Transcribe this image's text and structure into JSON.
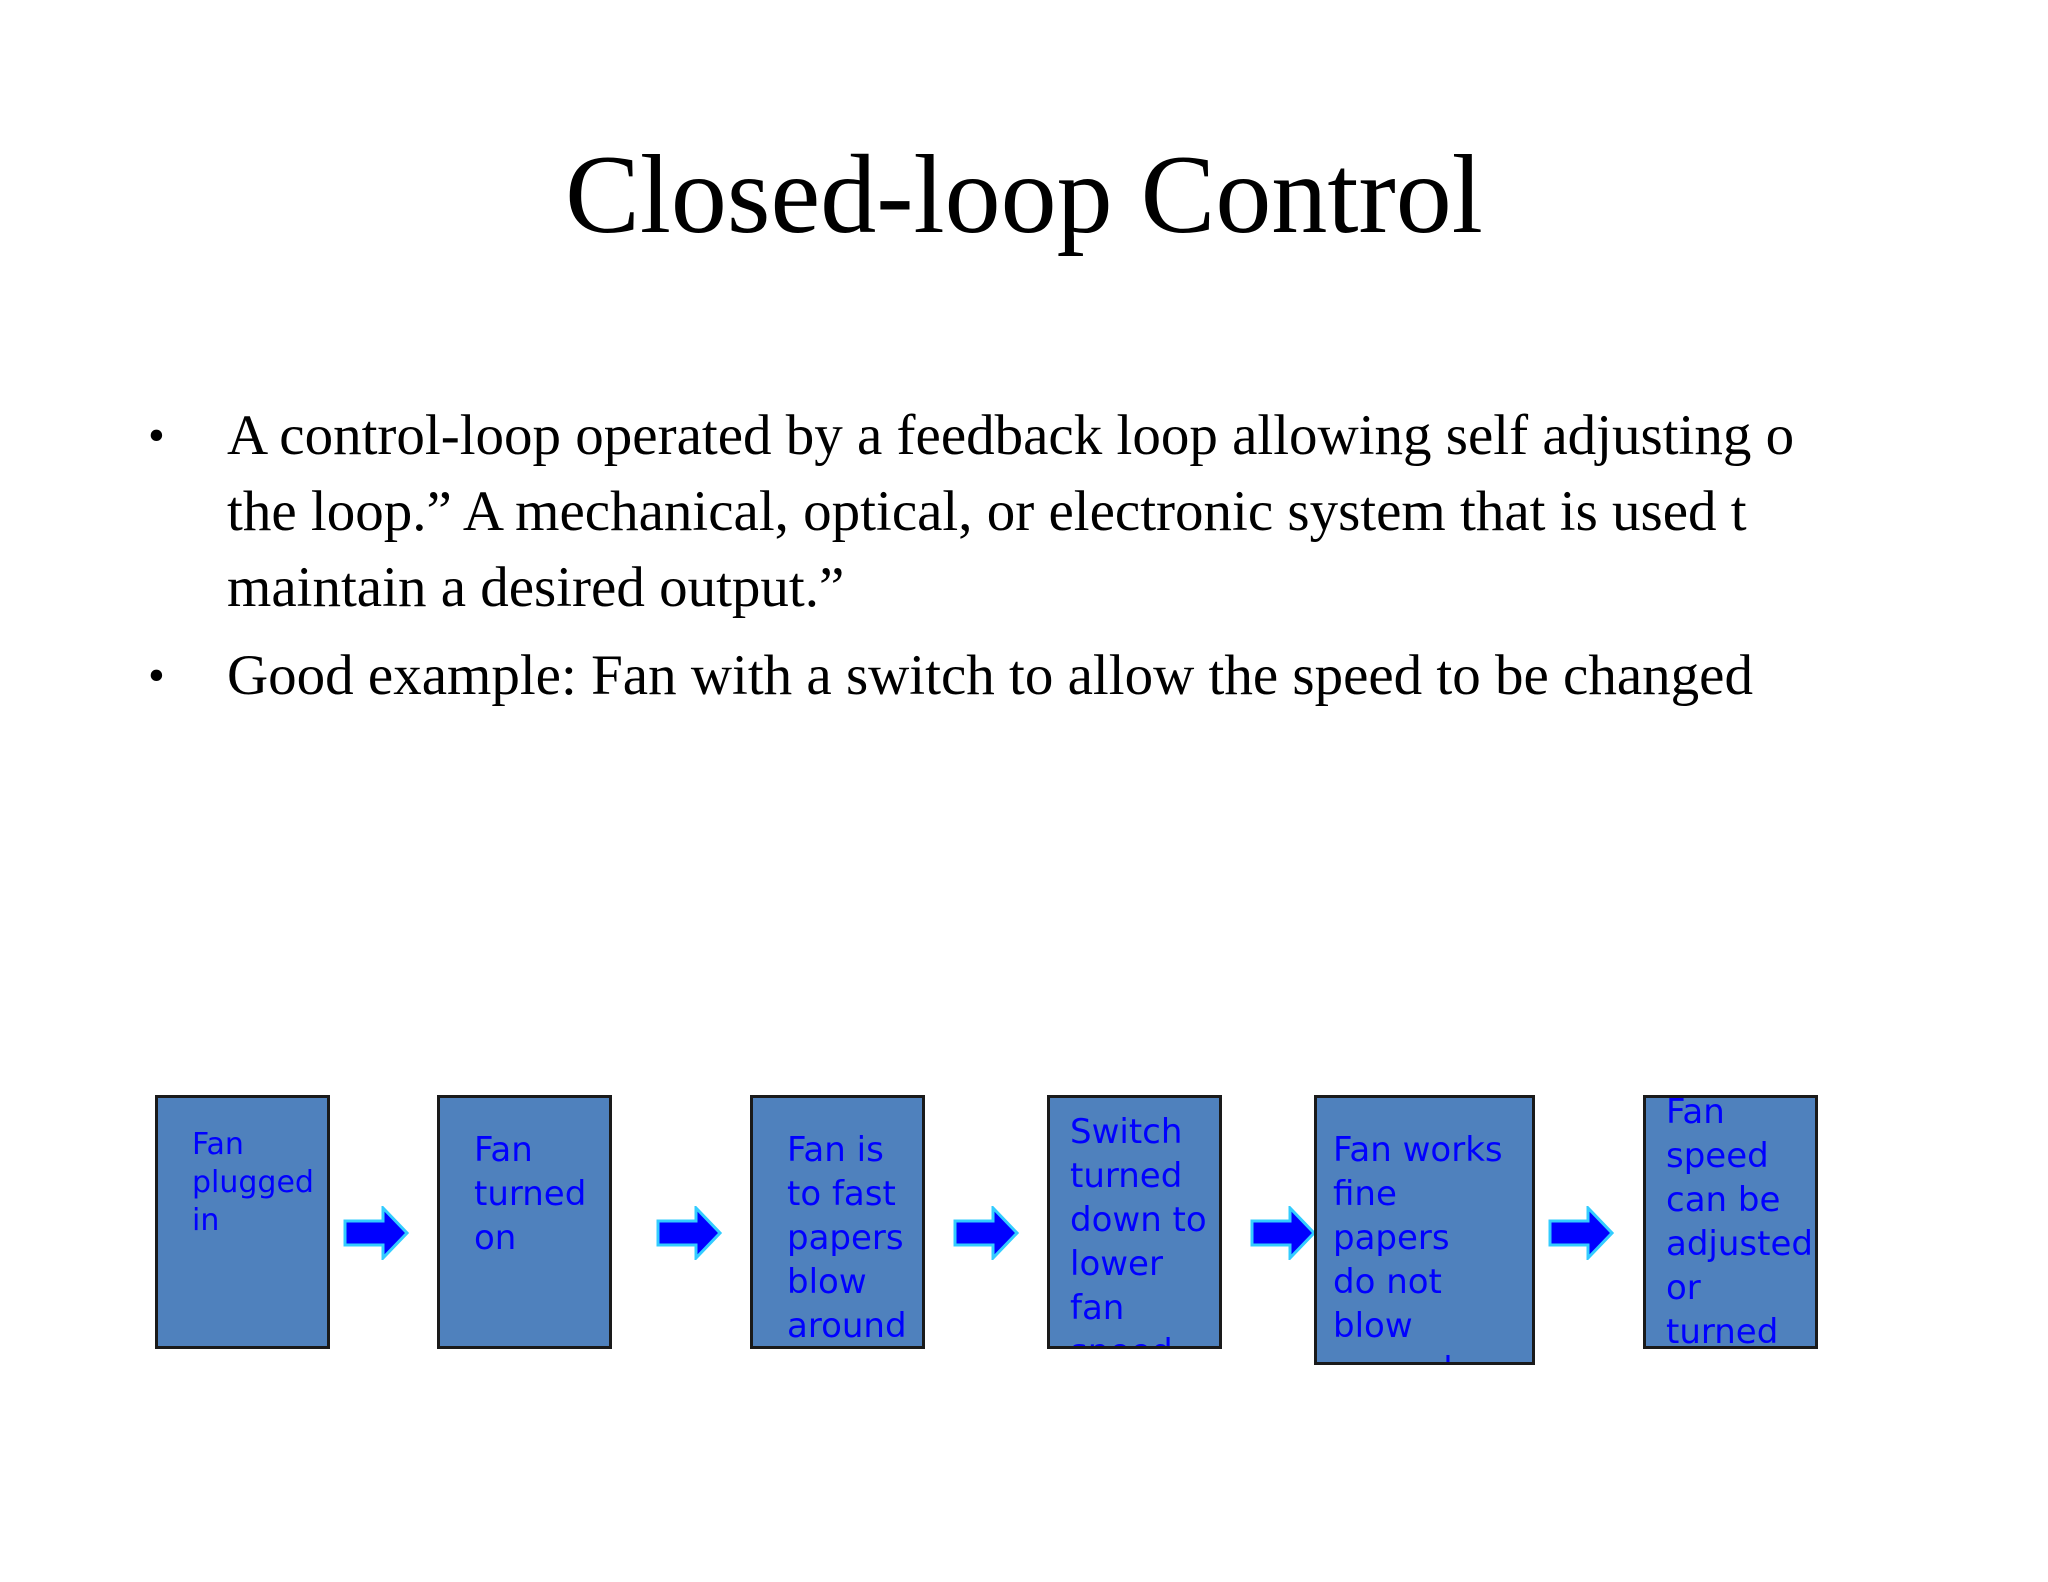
{
  "title": "Closed-loop Control",
  "bullets": [
    {
      "lines": [
        "A control-loop operated by a feedback loop allowing self adjusting o",
        "the loop.” A mechanical, optical, or electronic system that is used t",
        "maintain a desired output.”"
      ]
    },
    {
      "lines": [
        "Good example: Fan with a switch to allow the speed to be changed"
      ]
    }
  ],
  "flow": {
    "box_color": "#4f81bd",
    "text_color": "#0000ff",
    "arrow_color": "#0000ff",
    "arrow_outline": "#33ccff",
    "steps": [
      "Fan\nplugged\nin",
      "Fan\nturned\non",
      "Fan is\nto fast\npapers\nblow\naround",
      "Switch\nturned\ndown to\nlower fan\nspeed",
      "Fan works\nfine papers\ndo not blow\naround",
      "Fan\nspeed\ncan be\nadjusted\nor turned\noff"
    ]
  }
}
